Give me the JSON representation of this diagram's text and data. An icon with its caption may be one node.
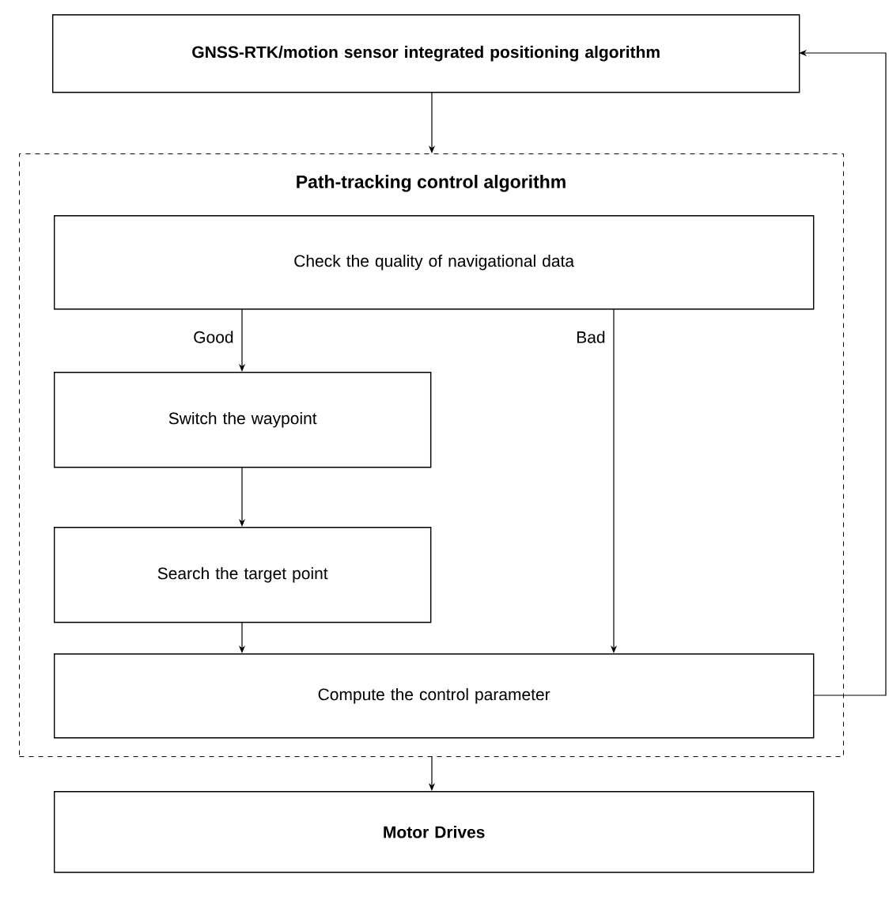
{
  "diagram": {
    "nodes": [
      {
        "text": [
          "GNSS-RTK/motion sensor integrated positioning algorithm"
        ]
      },
      {
        "text": [
          "Path-tracking control algorithm"
        ]
      },
      {
        "text": [
          "Check the quality of navigational data"
        ],
        "in": 1
      },
      {
        "text": [
          "Switch the waypoint"
        ],
        "in": 1
      },
      {
        "text": [
          "Search the target point"
        ],
        "in": 1
      },
      {
        "text": [
          "Compute the control parameter"
        ],
        "in": 1
      },
      {
        "text": [
          "Motor Drives"
        ]
      }
    ],
    "edges": [
      {
        "from": 0,
        "to": 1,
        "arrow": "to"
      },
      {
        "from": 2,
        "to": 3,
        "arrow": "to",
        "label": "Good"
      },
      {
        "from": 2,
        "to": 5,
        "arrow": "to",
        "label": "Bad"
      },
      {
        "from": 3,
        "to": 4,
        "arrow": "to"
      },
      {
        "from": 4,
        "to": 5,
        "arrow": "to"
      },
      {
        "from": 5,
        "to": 0,
        "arrow": "to"
      },
      {
        "from": 1,
        "to": 6,
        "arrow": "to"
      }
    ]
  }
}
